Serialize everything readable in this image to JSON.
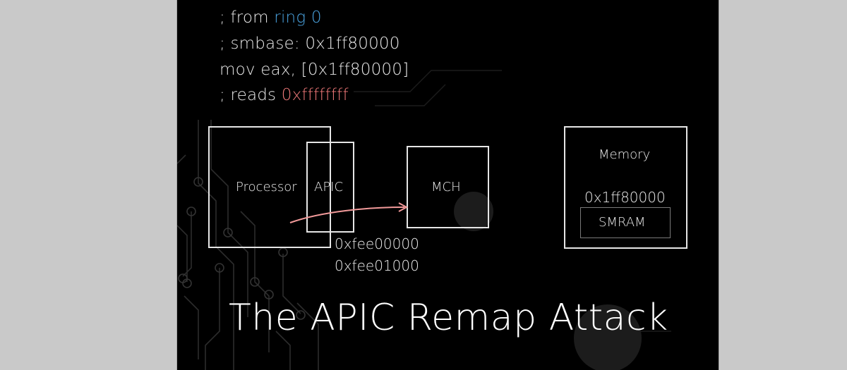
{
  "slide": {
    "code_lines": [
      {
        "prefix": "; from ",
        "highlight": "ring 0"
      },
      {
        "text": "; smbase: 0x1ff80000"
      },
      {
        "text": "mov eax, [0x1ff80000]"
      },
      {
        "prefix": "; reads ",
        "highlight": "0xffffffff"
      }
    ],
    "diagram": {
      "processor_label": "Processor",
      "apic_label": "APIC",
      "mch_label": "MCH",
      "memory_label": "Memory",
      "memory_address": "0x1ff80000",
      "smram_label": "SMRAM",
      "apic_address_start": "0xfee00000",
      "apic_address_end": "0xfee01000"
    },
    "title": "The APIC Remap Attack"
  },
  "colors": {
    "ring_highlight": "#4aa3e0",
    "read_value_highlight": "#f27a7a",
    "arrow": "#f29a9a",
    "slide_background": "#000000",
    "viewer_background": "#c9c9c9"
  }
}
